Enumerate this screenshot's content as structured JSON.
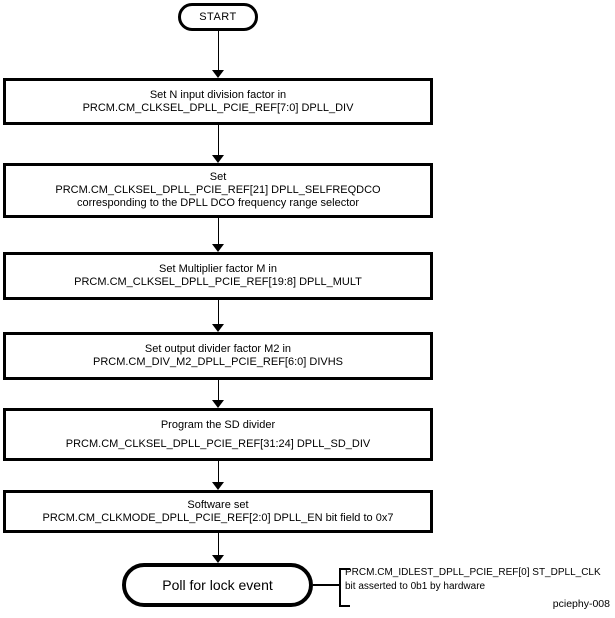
{
  "flow": {
    "start_label": "START",
    "steps": [
      {
        "lines": [
          "Set N input division factor in",
          "PRCM.CM_CLKSEL_DPLL_PCIE_REF[7:0] DPLL_DIV"
        ]
      },
      {
        "lines": [
          "Set",
          "PRCM.CM_CLKSEL_DPLL_PCIE_REF[21] DPLL_SELFREQDCO",
          "corresponding to the DPLL DCO frequency range selector"
        ]
      },
      {
        "lines": [
          "Set Multiplier factor M in",
          "PRCM.CM_CLKSEL_DPLL_PCIE_REF[19:8] DPLL_MULT"
        ]
      },
      {
        "lines": [
          "Set output divider factor M2 in",
          "PRCM.CM_DIV_M2_DPLL_PCIE_REF[6:0] DIVHS"
        ]
      },
      {
        "lines": [
          "Program the SD divider",
          "PRCM.CM_CLKSEL_DPLL_PCIE_REF[31:24] DPLL_SD_DIV"
        ]
      },
      {
        "lines": [
          "Software set",
          "PRCM.CM_CLKMODE_DPLL_PCIE_REF[2:0] DPLL_EN bit field to 0x7"
        ]
      }
    ],
    "end_label": "Poll for lock event",
    "annotation": {
      "line1": "PRCM.CM_IDLEST_DPLL_PCIE_REF[0] ST_DPLL_CLK",
      "line2": "bit asserted to 0b1 by hardware"
    },
    "figure_id": "pciephy-008",
    "colors": {
      "line": "#000000",
      "background": "#ffffff"
    }
  }
}
